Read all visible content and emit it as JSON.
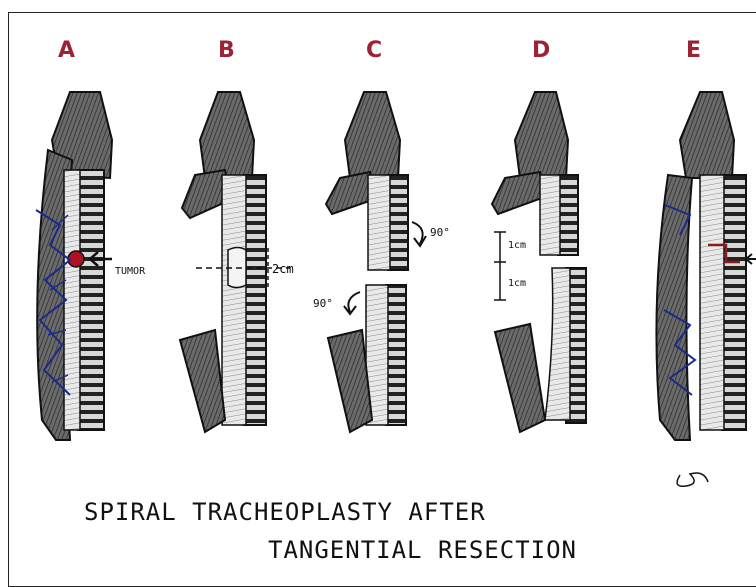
{
  "panels": [
    {
      "letter": "A",
      "label": "TUMOR"
    },
    {
      "letter": "B",
      "label": "2cm"
    },
    {
      "letter": "C",
      "label_top": "90°",
      "label_bottom": "90°"
    },
    {
      "letter": "D",
      "label_top": "1cm",
      "label_bottom": "1cm"
    },
    {
      "letter": "E"
    }
  ],
  "caption": {
    "line1": "SPIRAL  TRACHEOPLASTY  AFTER",
    "line2": "TANGENTIAL  RESECTION"
  },
  "colors": {
    "letter": "#9b2335",
    "tumor": "#b01020",
    "vessel": "#1a2a8a",
    "ink": "#111111",
    "suture": "#8b1a1a"
  }
}
